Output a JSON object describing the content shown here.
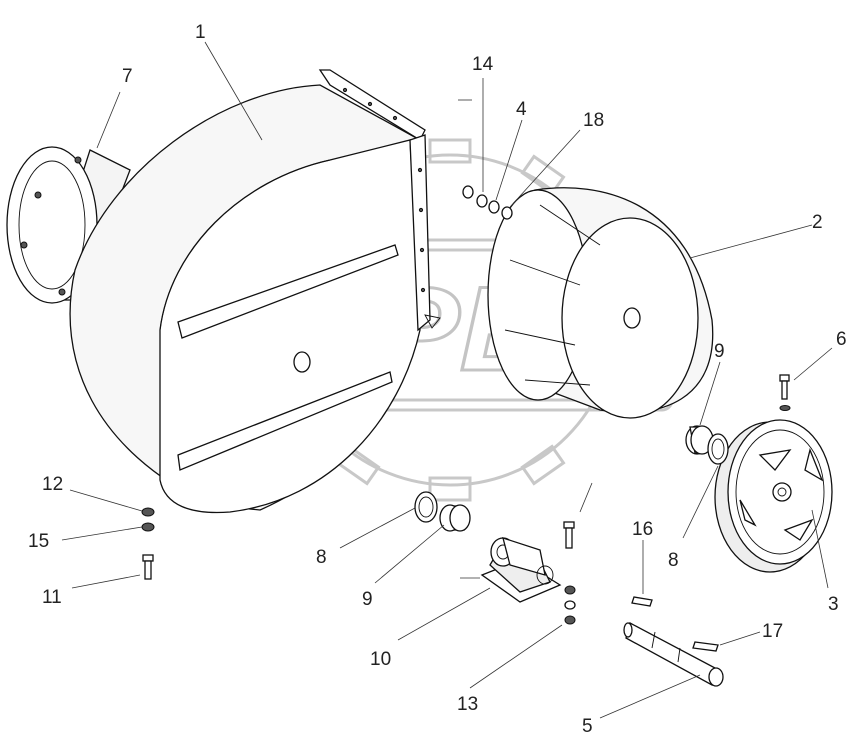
{
  "watermark": {
    "text": "OPEX"
  },
  "callouts": [
    {
      "id": "1",
      "label": "1"
    },
    {
      "id": "2",
      "label": "2"
    },
    {
      "id": "3",
      "label": "3"
    },
    {
      "id": "4",
      "label": "4"
    },
    {
      "id": "5",
      "label": "5"
    },
    {
      "id": "6",
      "label": "6"
    },
    {
      "id": "7",
      "label": "7"
    },
    {
      "id": "8a",
      "label": "8"
    },
    {
      "id": "8b",
      "label": "8"
    },
    {
      "id": "9a",
      "label": "9"
    },
    {
      "id": "9b",
      "label": "9"
    },
    {
      "id": "10",
      "label": "10"
    },
    {
      "id": "11",
      "label": "11"
    },
    {
      "id": "12",
      "label": "12"
    },
    {
      "id": "13",
      "label": "13"
    },
    {
      "id": "14",
      "label": "14"
    },
    {
      "id": "15",
      "label": "15"
    },
    {
      "id": "16",
      "label": "16"
    },
    {
      "id": "17",
      "label": "17"
    },
    {
      "id": "18",
      "label": "18"
    }
  ]
}
